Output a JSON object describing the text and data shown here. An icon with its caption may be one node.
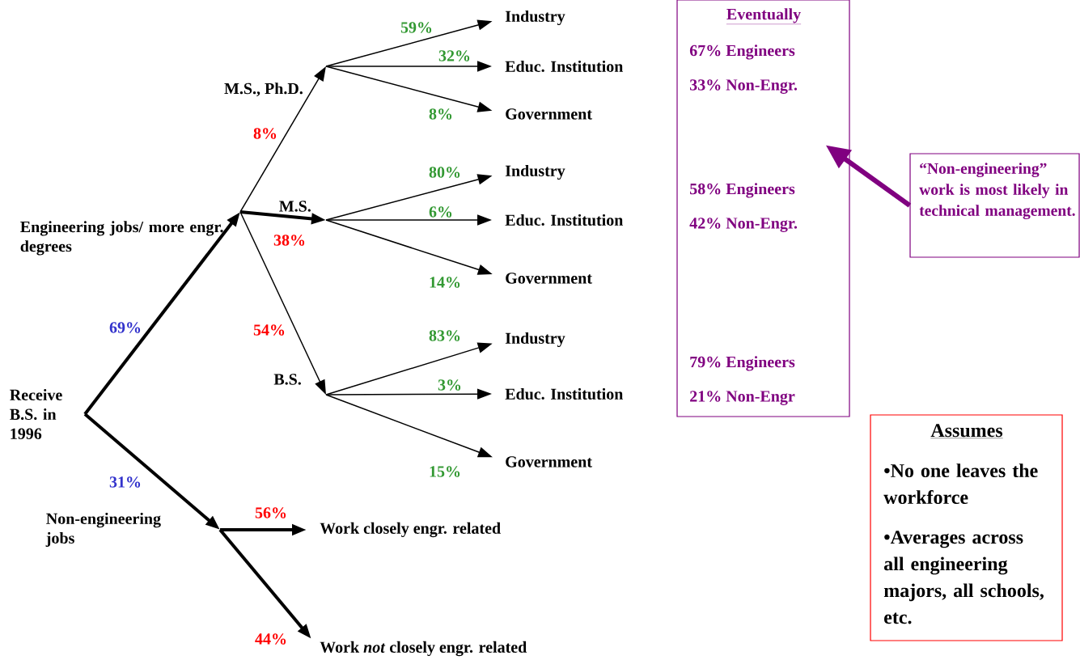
{
  "diagram": {
    "nodes": [
      {
        "text": [
          "Receive B.S. in 1996"
        ]
      },
      {
        "text": [
          "Engineering jobs/ more engr. degrees"
        ]
      },
      {
        "text": [
          "Non-engineering jobs"
        ]
      },
      {
        "text": [
          "M.S., Ph.D."
        ]
      },
      {
        "text": [
          "M.S."
        ]
      },
      {
        "text": [
          "B.S."
        ]
      },
      {
        "text": [
          "Industry"
        ]
      },
      {
        "text": [
          "Educ. Institution"
        ]
      },
      {
        "text": [
          "Government"
        ]
      },
      {
        "text": [
          "Industry"
        ]
      },
      {
        "text": [
          "Educ. Institution"
        ]
      },
      {
        "text": [
          "Government"
        ]
      },
      {
        "text": [
          "Industry"
        ]
      },
      {
        "text": [
          "Educ. Institution"
        ]
      },
      {
        "text": [
          "Government"
        ]
      },
      {
        "text": [
          "Work closely engr. related"
        ]
      },
      {
        "text": [
          "Work *not* closely engr. related"
        ]
      },
      {
        "text": [
          "Eventually",
          "67% Engineers",
          "33% Non-Engr.",
          "58% Engineers",
          "42% Non-Engr.",
          "79% Engineers",
          "21% Non-Engr"
        ]
      },
      {
        "text": [
          "“Non-engineering” work is most likely in technical management."
        ]
      },
      {
        "text": [
          "Assumes",
          "•No one leaves the workforce",
          "•Averages across all engineering majors, all schools, etc."
        ]
      }
    ],
    "edges": [
      {
        "from": 0,
        "to": 1,
        "arrow": "to",
        "label": "69%",
        "style": "thick"
      },
      {
        "from": 0,
        "to": 2,
        "arrow": "to",
        "label": "31%",
        "style": "thick"
      },
      {
        "from": 1,
        "to": 3,
        "arrow": "to",
        "label": "8%"
      },
      {
        "from": 1,
        "to": 4,
        "arrow": "to",
        "label": "38%",
        "style": "thick"
      },
      {
        "from": 1,
        "to": 5,
        "arrow": "to",
        "label": "54%"
      },
      {
        "from": 3,
        "to": 6,
        "arrow": "to",
        "label": "59%"
      },
      {
        "from": 3,
        "to": 7,
        "arrow": "to",
        "label": "32%"
      },
      {
        "from": 3,
        "to": 8,
        "arrow": "to",
        "label": "8%"
      },
      {
        "from": 4,
        "to": 9,
        "arrow": "to",
        "label": "80%"
      },
      {
        "from": 4,
        "to": 10,
        "arrow": "to",
        "label": "6%"
      },
      {
        "from": 4,
        "to": 11,
        "arrow": "to",
        "label": "14%"
      },
      {
        "from": 5,
        "to": 12,
        "arrow": "to",
        "label": "83%"
      },
      {
        "from": 5,
        "to": 13,
        "arrow": "to",
        "label": "3%"
      },
      {
        "from": 5,
        "to": 14,
        "arrow": "to",
        "label": "15%"
      },
      {
        "from": 2,
        "to": 15,
        "arrow": "to",
        "label": "56%",
        "style": "thick"
      },
      {
        "from": 2,
        "to": 16,
        "arrow": "to",
        "label": "44%",
        "style": "thick"
      },
      {
        "from": 18,
        "to": 17,
        "arrow": "to",
        "style": "thick",
        "color": "#800080"
      }
    ]
  }
}
